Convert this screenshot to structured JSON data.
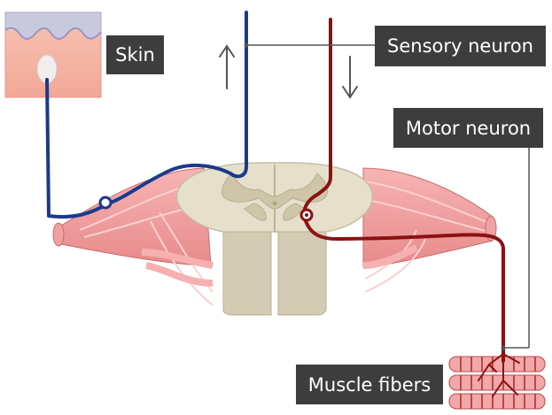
{
  "labels": {
    "skin": "Skin",
    "sensory_neuron": "Sensory neuron",
    "motor_neuron": "Motor neuron",
    "muscle_fibers": "Muscle fibers"
  },
  "colors": {
    "sensory_neuron": "#1b3a8c",
    "motor_neuron": "#8b1212",
    "muscle": "#f2a0a0",
    "muscle_stripe": "#b84848",
    "spinal_cord_white_matter": "#e6dfcc",
    "spinal_cord_grey_matter": "#cfc5a8",
    "skin_epidermis": "#c8c8dc",
    "skin_dermis": "#f6b9ac",
    "label_background": "#3d3d3d",
    "connector_line": "#555555"
  },
  "arrows": {
    "sensory_direction": "up",
    "motor_direction": "down"
  }
}
